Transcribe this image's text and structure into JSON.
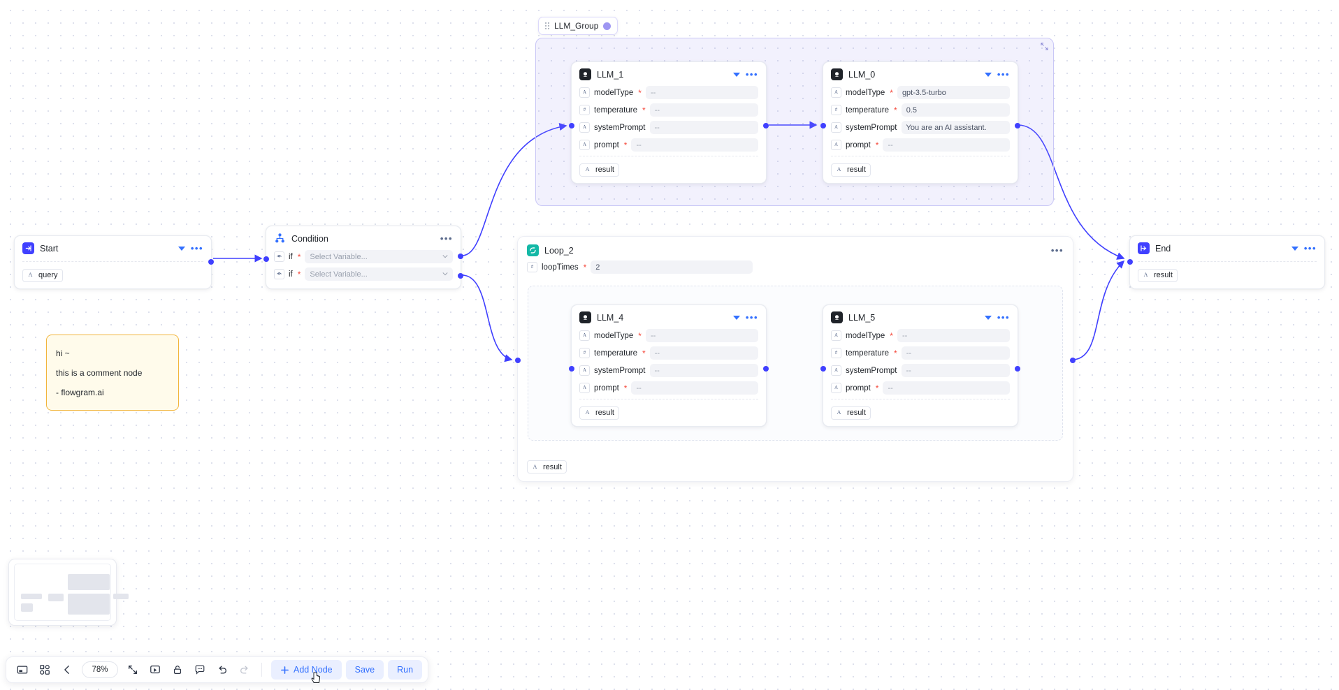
{
  "canvas": {
    "zoom": "78%"
  },
  "group": {
    "label": "LLM_Group",
    "dot_color": "#9e96f2",
    "collapse_icon": "expand-corner-icon"
  },
  "comment": {
    "line1": "hi ~",
    "line2": "this is a comment node",
    "line3": "- flowgram.ai",
    "border_color": "#f2b53c",
    "background": "#fffbeb"
  },
  "nodes": {
    "start": {
      "title": "Start",
      "icon": "start-icon",
      "icon_color": "#4040ff",
      "outputs": [
        {
          "name": "query",
          "type": "A"
        }
      ]
    },
    "condition": {
      "title": "Condition",
      "icon": "condition-icon",
      "icon_color": "#3370ff",
      "rows": [
        {
          "label": "if",
          "required": true,
          "placeholder": "Select Variable..."
        },
        {
          "label": "if",
          "required": true,
          "placeholder": "Select Variable..."
        }
      ]
    },
    "llm_1": {
      "title": "LLM_1",
      "icon": "llm-icon",
      "fields": [
        {
          "name": "modelType",
          "type": "A",
          "required": true,
          "value": "--",
          "dim": true
        },
        {
          "name": "temperature",
          "type": "#",
          "required": true,
          "value": "--",
          "dim": true
        },
        {
          "name": "systemPrompt",
          "type": "A",
          "required": false,
          "value": "--",
          "dim": true
        },
        {
          "name": "prompt",
          "type": "A",
          "required": true,
          "value": "--",
          "dim": true
        }
      ],
      "outputs": [
        {
          "name": "result",
          "type": "A"
        }
      ]
    },
    "llm_0": {
      "title": "LLM_0",
      "icon": "llm-icon",
      "fields": [
        {
          "name": "modelType",
          "type": "A",
          "required": true,
          "value": "gpt-3.5-turbo",
          "dim": false
        },
        {
          "name": "temperature",
          "type": "#",
          "required": true,
          "value": "0.5",
          "dim": false
        },
        {
          "name": "systemPrompt",
          "type": "A",
          "required": false,
          "value": "You are an AI assistant.",
          "dim": false
        },
        {
          "name": "prompt",
          "type": "A",
          "required": true,
          "value": "--",
          "dim": true
        }
      ],
      "outputs": [
        {
          "name": "result",
          "type": "A"
        }
      ]
    },
    "loop_2": {
      "title": "Loop_2",
      "icon": "loop-icon",
      "icon_color": "#14b8a6",
      "fields": [
        {
          "name": "loopTimes",
          "type": "#",
          "required": true,
          "value": "2",
          "dim": false
        }
      ],
      "outputs": [
        {
          "name": "result",
          "type": "A"
        }
      ]
    },
    "llm_4": {
      "title": "LLM_4",
      "icon": "llm-icon",
      "fields": [
        {
          "name": "modelType",
          "type": "A",
          "required": true,
          "value": "--",
          "dim": true
        },
        {
          "name": "temperature",
          "type": "#",
          "required": true,
          "value": "--",
          "dim": true
        },
        {
          "name": "systemPrompt",
          "type": "A",
          "required": false,
          "value": "--",
          "dim": true
        },
        {
          "name": "prompt",
          "type": "A",
          "required": true,
          "value": "--",
          "dim": true
        }
      ],
      "outputs": [
        {
          "name": "result",
          "type": "A"
        }
      ]
    },
    "llm_5": {
      "title": "LLM_5",
      "icon": "llm-icon",
      "fields": [
        {
          "name": "modelType",
          "type": "A",
          "required": true,
          "value": "--",
          "dim": true
        },
        {
          "name": "temperature",
          "type": "#",
          "required": true,
          "value": "--",
          "dim": true
        },
        {
          "name": "systemPrompt",
          "type": "A",
          "required": false,
          "value": "--",
          "dim": true
        },
        {
          "name": "prompt",
          "type": "A",
          "required": true,
          "value": "--",
          "dim": true
        }
      ],
      "outputs": [
        {
          "name": "result",
          "type": "A"
        }
      ]
    },
    "end": {
      "title": "End",
      "icon": "end-icon",
      "icon_color": "#4040ff",
      "outputs": [
        {
          "name": "result",
          "type": "A"
        }
      ]
    }
  },
  "toolbar": {
    "items": [
      {
        "icon": "minimap-toggle-icon",
        "name": "minimap-toggle"
      },
      {
        "icon": "auto-layout-icon",
        "name": "auto-layout"
      },
      {
        "icon": "zoom-out-icon",
        "name": "zoom-out"
      }
    ],
    "zoom_label": "78%",
    "items_right": [
      {
        "icon": "fit-view-icon",
        "name": "fit-view"
      },
      {
        "icon": "interactive-mode-icon",
        "name": "interactive-mode"
      },
      {
        "icon": "lock-icon",
        "name": "lock-canvas"
      },
      {
        "icon": "comment-icon",
        "name": "add-comment"
      },
      {
        "icon": "undo-icon",
        "name": "undo"
      },
      {
        "icon": "redo-icon",
        "name": "redo"
      }
    ],
    "add_node_label": "Add Node",
    "save_label": "Save",
    "run_label": "Run",
    "accent": "#3370ff",
    "btn_bg": "#eaefff"
  }
}
